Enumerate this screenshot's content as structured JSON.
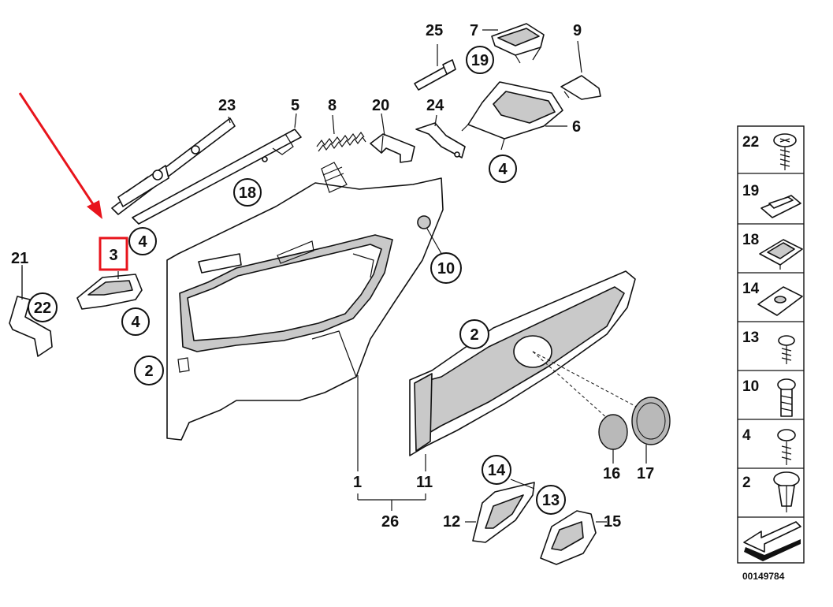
{
  "callouts": {
    "c1": "1",
    "c2a": "2",
    "c2b": "2",
    "c3": "3",
    "c4a": "4",
    "c4b": "4",
    "c4c": "4",
    "c5": "5",
    "c6": "6",
    "c7": "7",
    "c8": "8",
    "c9": "9",
    "c10": "10",
    "c11": "11",
    "c12": "12",
    "c13": "13",
    "c14": "14",
    "c15": "15",
    "c16": "16",
    "c17": "17",
    "c18": "18",
    "c19": "19",
    "c20": "20",
    "c21": "21",
    "c22": "22",
    "c23": "23",
    "c24": "24",
    "c25": "25",
    "c26": "26"
  },
  "highlight": {
    "label": "3",
    "color": "#e8141c"
  },
  "sidebar": {
    "items": [
      {
        "label": "22",
        "icon": "screw-icon"
      },
      {
        "label": "19",
        "icon": "clip-nut-icon"
      },
      {
        "label": "18",
        "icon": "bracket-clip-icon"
      },
      {
        "label": "14",
        "icon": "speed-nut-icon"
      },
      {
        "label": "13",
        "icon": "screw-icon"
      },
      {
        "label": "10",
        "icon": "bolt-icon"
      },
      {
        "label": "4",
        "icon": "screw-icon"
      },
      {
        "label": "2",
        "icon": "expanding-rivet-icon"
      }
    ],
    "reference_number": "00149784"
  }
}
